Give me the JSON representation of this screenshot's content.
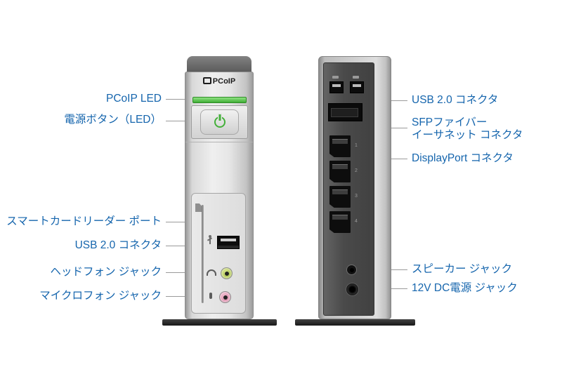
{
  "front_labels": {
    "pcoip_led": "PCoIP LED",
    "power_button": "電源ボタン（LED）",
    "smart_card": "スマートカードリーダー ポート",
    "usb": "USB 2.0 コネクタ",
    "headphone": "ヘッドフォン ジャック",
    "microphone": "マイクロフォン ジャック"
  },
  "rear_labels": {
    "usb": "USB 2.0 コネクタ",
    "sfp_line1": "SFPファイバー",
    "sfp_line2": "イーサネット コネクタ",
    "displayport": "DisplayPort コネクタ",
    "speaker": "スピーカー ジャック",
    "dc_power": "12V DC電源 ジャック"
  },
  "device": {
    "logo": "PCoIP",
    "port_numbers": [
      "1",
      "2",
      "3",
      "4"
    ]
  },
  "colors": {
    "label_text": "#1565ad",
    "led_green": "#3fae35",
    "power_symbol_green": "#43b039",
    "headphone_jack": "#9fb83a",
    "microphone_jack": "#d37fa0",
    "panel_dark_gray": "#4a4a4a",
    "body_light_gray": "#d9d9d9"
  }
}
